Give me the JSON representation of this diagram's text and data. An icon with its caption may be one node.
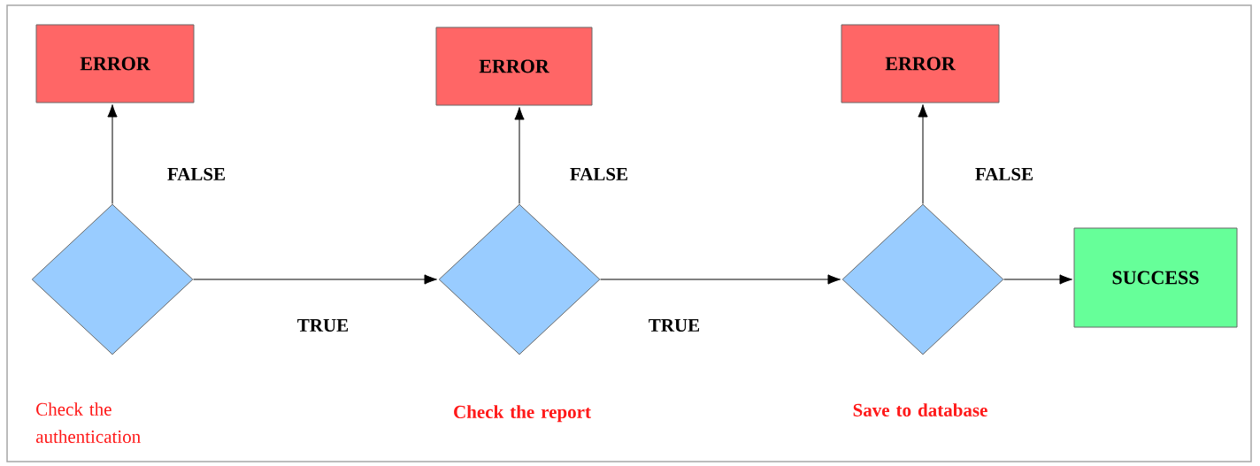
{
  "diagram": {
    "nodes": [
      {
        "text": [],
        "shape": "diamond",
        "beside": [
          "Check the authentication"
        ]
      },
      {
        "text": [
          "ERROR"
        ]
      },
      {
        "text": [],
        "shape": "diamond",
        "beside": [
          "Check the report"
        ]
      },
      {
        "text": [
          "ERROR"
        ]
      },
      {
        "text": [],
        "shape": "diamond",
        "beside": [
          "Save to database"
        ]
      },
      {
        "text": [
          "ERROR"
        ]
      },
      {
        "text": [
          "SUCCESS"
        ]
      }
    ],
    "edges": [
      {
        "from": 0,
        "to": 1,
        "arrow": "to",
        "label": "FALSE"
      },
      {
        "from": 0,
        "to": 2,
        "arrow": "to",
        "label": "TRUE"
      },
      {
        "from": 2,
        "to": 3,
        "arrow": "to",
        "label": "FALSE"
      },
      {
        "from": 2,
        "to": 4,
        "arrow": "to",
        "label": "TRUE"
      },
      {
        "from": 4,
        "to": 5,
        "arrow": "to",
        "label": "FALSE"
      },
      {
        "from": 4,
        "to": 6,
        "arrow": "to"
      }
    ]
  }
}
